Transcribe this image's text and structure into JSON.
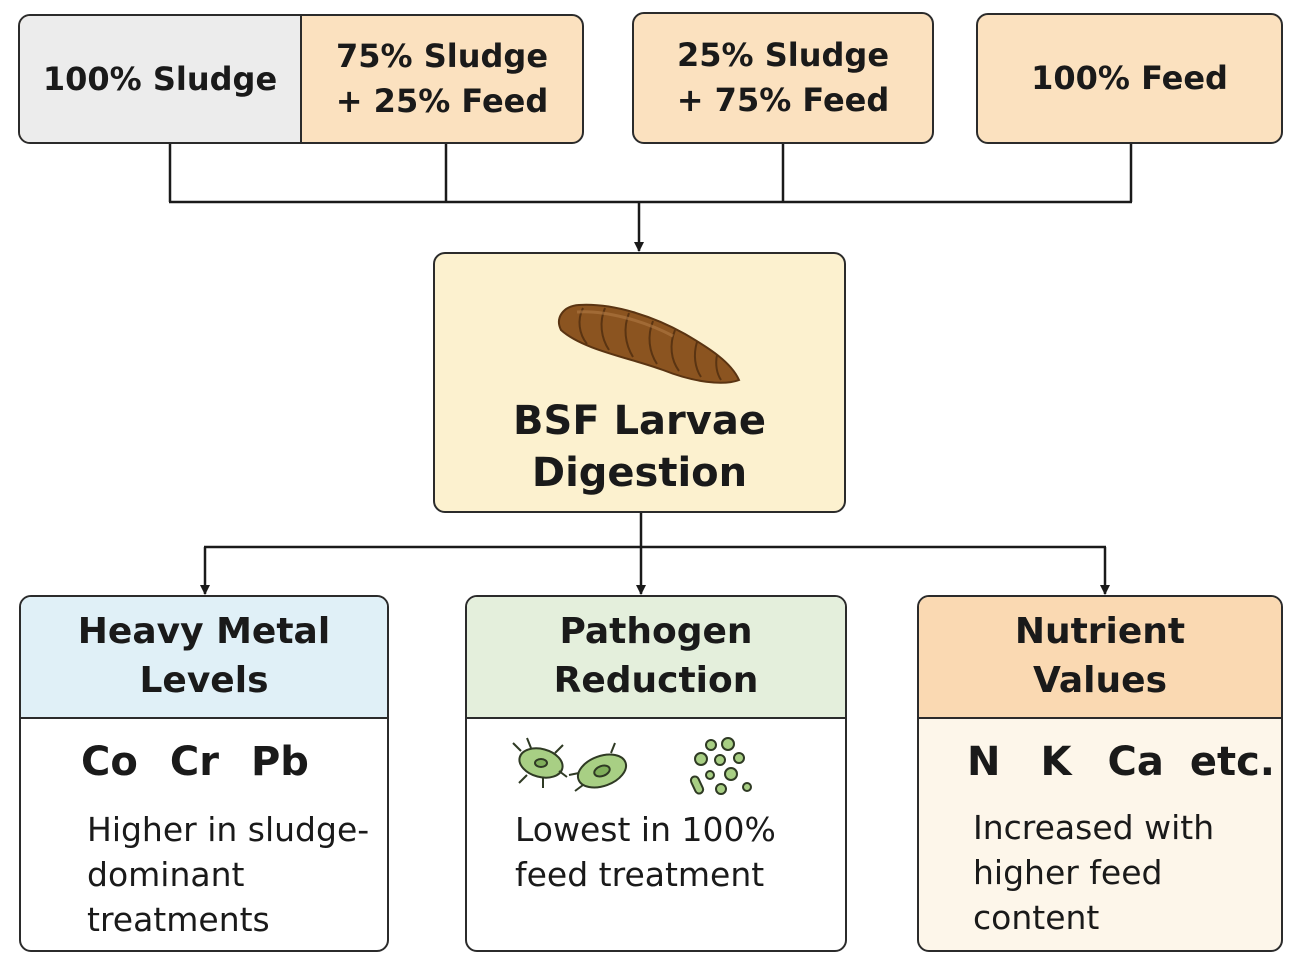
{
  "colors": {
    "line": "#2b2b2b",
    "sludge_grey": "#ececec",
    "peach": "#fbe1bf",
    "center_yellow": "#fcf1cf",
    "metal_blue": "#e0f0f7",
    "pathogen_green": "#e4efdc",
    "nutrient_peach": "#fad9b2",
    "nutrient_body": "#fdf6ea",
    "larva": "#8b5420",
    "microbe_green": "#a8cf84"
  },
  "inputs": [
    {
      "label": "100% Sludge"
    },
    {
      "label_line1": "75% Sludge",
      "label_line2": "+ 25% Feed"
    },
    {
      "label_line1": "25% Sludge",
      "label_line2": "+ 75% Feed"
    },
    {
      "label": "100% Feed"
    }
  ],
  "process": {
    "title_line1": "BSF Larvae",
    "title_line2": "Digestion",
    "icon": "larva-icon"
  },
  "outcomes": [
    {
      "title_line1": "Heavy Metal",
      "title_line2": "Levels",
      "symbols": [
        "Co",
        "Cr",
        "Pb"
      ],
      "desc_line1": "Higher in sludge-",
      "desc_line2": "dominant",
      "desc_line3": "treatments"
    },
    {
      "title_line1": "Pathogen",
      "title_line2": "Reduction",
      "icon": "microbes-icon",
      "desc_line1": "Lowest in 100%",
      "desc_line2": "feed treatment"
    },
    {
      "title_line1": "Nutrient",
      "title_line2": "Values",
      "symbols": [
        "N",
        "K",
        "Ca",
        "etc."
      ],
      "desc_line1": "Increased with",
      "desc_line2": "higher feed",
      "desc_line3": "content"
    }
  ]
}
